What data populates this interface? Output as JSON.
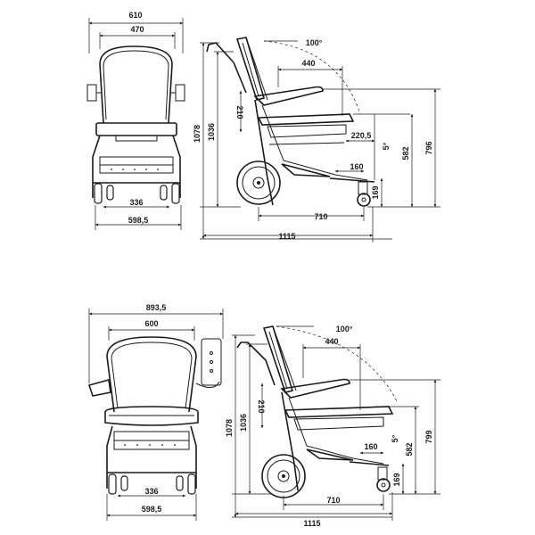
{
  "diagram_1": {
    "front_width_total": "610",
    "front_seat_width": "470",
    "front_wheel_track": "336",
    "front_base_width": "598,5",
    "side_height_total": "1078",
    "side_height_back": "1036",
    "side_armrest_height": "210",
    "side_recline_angle": "100°",
    "side_seat_depth": "440",
    "side_footrest_depth": "220,5",
    "side_tilt_angle": "5°",
    "side_seat_height": "582",
    "side_overall_height": "796",
    "side_footplate_offset": "160",
    "side_footplate_height": "169",
    "side_wheelbase": "710",
    "side_overall_length": "1115"
  },
  "diagram_2": {
    "front_width_total": "893,5",
    "front_seat_width": "600",
    "front_wheel_track": "336",
    "front_base_width": "598,5",
    "side_height_total": "1078",
    "side_height_back": "1036",
    "side_armrest_height": "210",
    "side_recline_angle": "100°",
    "side_seat_depth": "440",
    "side_tilt_angle": "5°",
    "side_seat_height": "582",
    "side_overall_height": "799",
    "side_footplate_offset": "160",
    "side_footplate_height": "169",
    "side_wheelbase": "710",
    "side_overall_length": "1115"
  }
}
